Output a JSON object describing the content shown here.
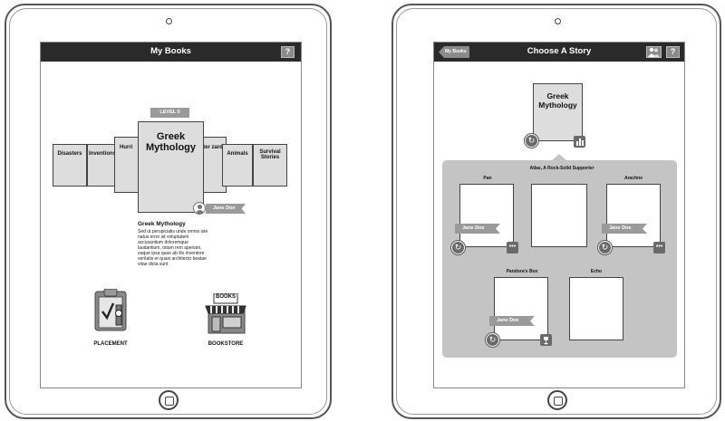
{
  "left_screen": {
    "title": "My Books",
    "help_label": "?",
    "level_badge": "LEVEL 5",
    "books": [
      "Disasters",
      "Inventions",
      "Hurri",
      "Greek Mythology",
      "ter zard",
      "Animals",
      "Survival Stories"
    ],
    "featured_book": "Greek Mythology",
    "user_name": "Jane Doe",
    "description_title": "Greek Mythology",
    "description_body": "Sed ut perspiciatis unde omnis iste natus error sit voluptatem accusantium doloremque laudantium, totam rem aperiam, eaque ipsa quae ab illo inventore veritatis et quasi architecto beatae vitae dicta sunt",
    "placement_label": "PLACEMENT",
    "bookstore_label": "BOOKSTORE",
    "bookstore_sign": "BOOKS"
  },
  "right_screen": {
    "title": "Choose A Story",
    "back_label": "My Books",
    "help_label": "?",
    "selected_book": "Greek Mythology",
    "stories": [
      {
        "label": "Pan",
        "user": "Jane Doe"
      },
      {
        "label": "Atlas, A Rock-Solid Supporter"
      },
      {
        "label": "Arachne",
        "user": "Jane Doe"
      },
      {
        "label": "Pandora's Box",
        "user": "Jane Doe"
      },
      {
        "label": "Echo"
      }
    ],
    "more_icon_text": "•••",
    "replay_icon_text": "↻"
  }
}
